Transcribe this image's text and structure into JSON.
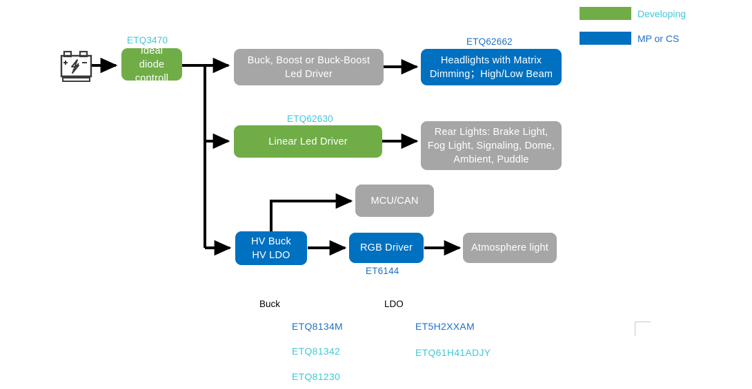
{
  "legend": {
    "items": [
      {
        "label": "Developing",
        "color": "#70ad47",
        "text_color": "#41c6d8"
      },
      {
        "label": "MP or CS",
        "color": "#0070c0",
        "text_color": "#1f6fc4"
      }
    ]
  },
  "source": {
    "icon": "battery-icon"
  },
  "nodes": {
    "ideal_diode": {
      "label": "Ideal diode controll",
      "tag": "ETQ3470",
      "color": "#70ad47",
      "status": "Developing"
    },
    "buck_boost_driver": {
      "label": "Buck, Boost or Buck-Boost Led Driver",
      "color": "#a6a6a6"
    },
    "headlights": {
      "label": "Headlights with Matrix Dimming；High/Low Beam",
      "tag": "ETQ62662",
      "color": "#0070c0",
      "status": "MP or CS"
    },
    "linear_led_driver": {
      "label": "Linear Led Driver",
      "tag": "ETQ62630",
      "color": "#70ad47",
      "status": "Developing"
    },
    "rear_lights": {
      "label": "Rear Lights:  Brake Light, Fog Light, Signaling, Dome, Ambient, Puddle",
      "color": "#a6a6a6"
    },
    "mcu_can": {
      "label": "MCU/CAN",
      "color": "#a6a6a6"
    },
    "hv_buck_ldo": {
      "label": "HV Buck HV LDO",
      "line1": "HV Buck",
      "line2": "HV LDO",
      "color": "#0070c0",
      "status": "MP or CS"
    },
    "rgb_driver": {
      "label": "RGB Driver",
      "tag": "ET6144",
      "color": "#0070c0",
      "status": "MP or CS"
    },
    "atmosphere_light": {
      "label": "Atmosphere light",
      "color": "#a6a6a6"
    }
  },
  "part_lists": [
    {
      "heading": "Buck",
      "parts": [
        {
          "name": "ETQ8134M",
          "color": "#1f6fc4"
        },
        {
          "name": "ETQ81342",
          "color": "#3fc8d4"
        },
        {
          "name": "ETQ81230",
          "color": "#3fc8d4"
        }
      ]
    },
    {
      "heading": "LDO",
      "parts": [
        {
          "name": "ET5H2XXAM",
          "color": "#1f6fc4"
        },
        {
          "name": "ETQ61H41ADJY",
          "color": "#3fc8d4"
        }
      ]
    }
  ]
}
